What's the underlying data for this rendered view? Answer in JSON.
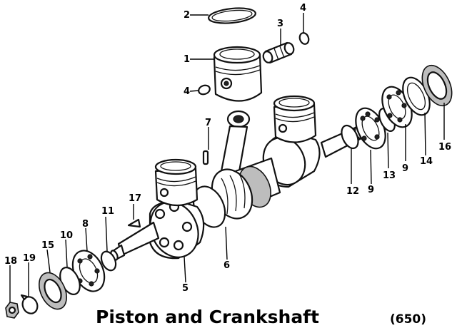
{
  "title": {
    "main": "Piston and Crankshaft",
    "sub": "(650)"
  },
  "callouts": {
    "c1": "1",
    "c2": "2",
    "c3": "3",
    "c4a": "4",
    "c4b": "4",
    "c5": "5",
    "c6": "6",
    "c7": "7",
    "c8": "8",
    "c9a": "9",
    "c9b": "9",
    "c10": "10",
    "c11": "11",
    "c12": "12",
    "c13": "13",
    "c14": "14",
    "c15": "15",
    "c16": "16",
    "c17": "17",
    "c18": "18",
    "c19": "19"
  }
}
